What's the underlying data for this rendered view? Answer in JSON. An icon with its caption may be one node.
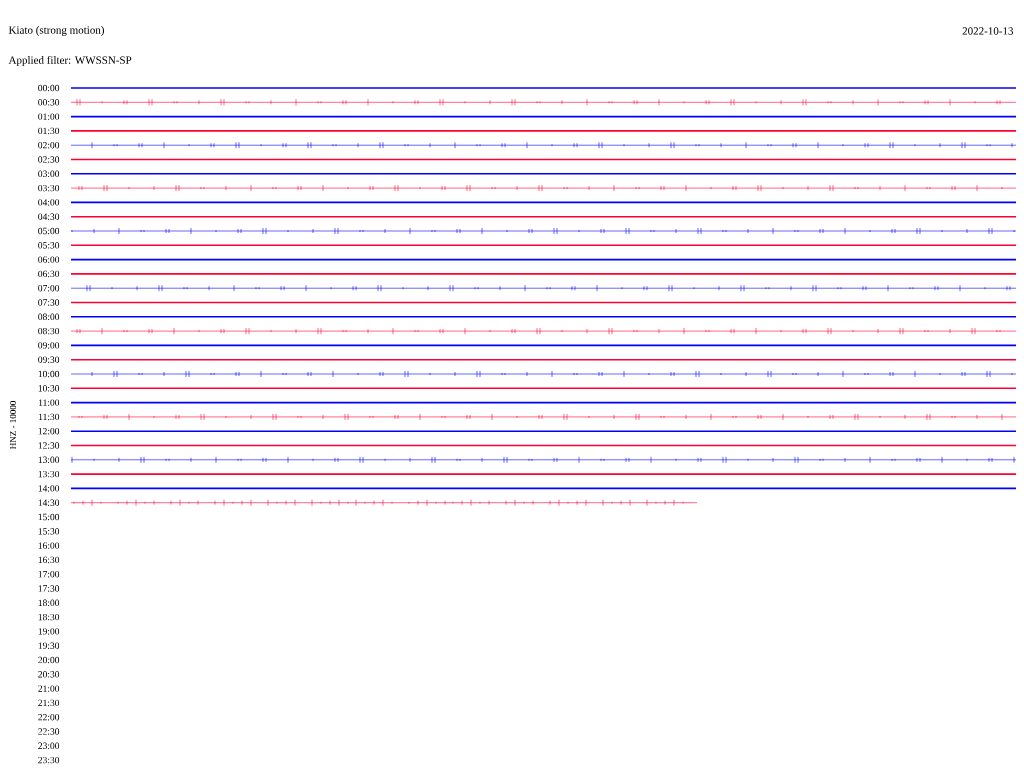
{
  "diagram": {
    "title": "Kiato (strong motion)",
    "labels": [
      "2022-10-13",
      "Applied filter: WWSSN-SP",
      "HNZ - 10000",
      "00:00",
      "00:30",
      "01:00",
      "01:30",
      "02:00",
      "02:30",
      "03:00",
      "03:30",
      "04:00",
      "04:30",
      "05:00",
      "05:30",
      "06:00",
      "06:30",
      "07:00",
      "07:30",
      "08:00",
      "08:30",
      "09:00",
      "09:30",
      "10:00",
      "10:30",
      "11:00",
      "11:30",
      "12:00",
      "12:30",
      "13:00",
      "13:30",
      "14:00",
      "14:30",
      "15:00",
      "15:30",
      "16:00",
      "16:30",
      "17:00",
      "17:30",
      "18:00",
      "18:30",
      "19:00",
      "19:30",
      "20:00",
      "20:30",
      "21:00",
      "21:30",
      "22:00",
      "22:30",
      "23:00",
      "23:30"
    ]
  }
}
